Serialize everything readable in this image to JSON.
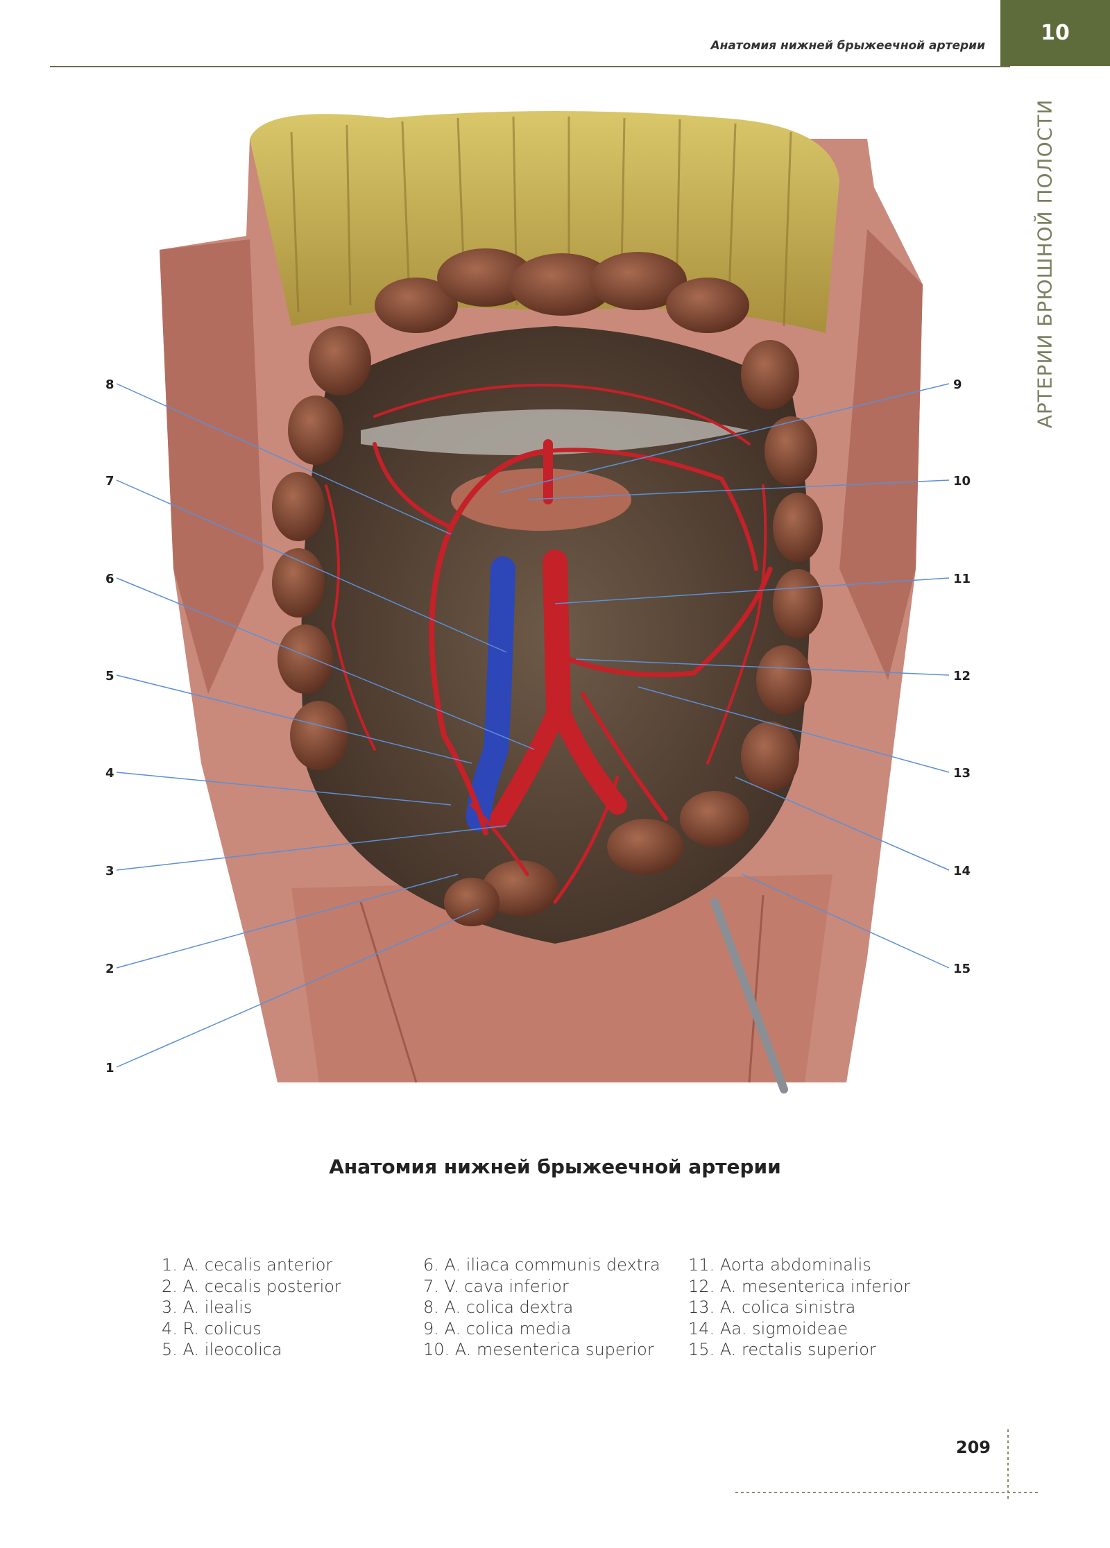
{
  "header": {
    "running_title": "Анатомия нижней брыжеечной артерии",
    "chapter_number": "10",
    "section_title": "АРТЕРИИ БРЮШНОЙ ПОЛОСТИ"
  },
  "figure": {
    "callouts": {
      "left": [
        "8",
        "7",
        "6",
        "5",
        "4",
        "3",
        "2",
        "1"
      ],
      "right": [
        "9",
        "10",
        "11",
        "12",
        "13",
        "14",
        "15"
      ]
    },
    "colors": {
      "artery": "#c42128",
      "vein": "#2d47b8",
      "muscle": "#b8685a",
      "fat": "#c9b455",
      "colon": "#7a4330",
      "leader_line": "#5b8fd6"
    }
  },
  "caption": "Анатомия нижней брыжеечной артерии",
  "legend": {
    "col1": [
      "1. A. cecalis anterior",
      "2. A. cecalis posterior",
      "3. A. ilealis",
      "4. R. colicus",
      "5. A. ileocolica"
    ],
    "col2": [
      "6. A. iliaca communis dextra",
      "7. V. cava inferior",
      "8. A. colica dextra",
      "9. A. colica media",
      "10. A. mesenterica superior"
    ],
    "col3": [
      "11. Aorta abdominalis",
      "12. A. mesenterica inferior",
      "13. A. colica sinistra",
      "14. Aa. sigmoideae",
      "15. A. rectalis superior"
    ]
  },
  "page_number": "209"
}
